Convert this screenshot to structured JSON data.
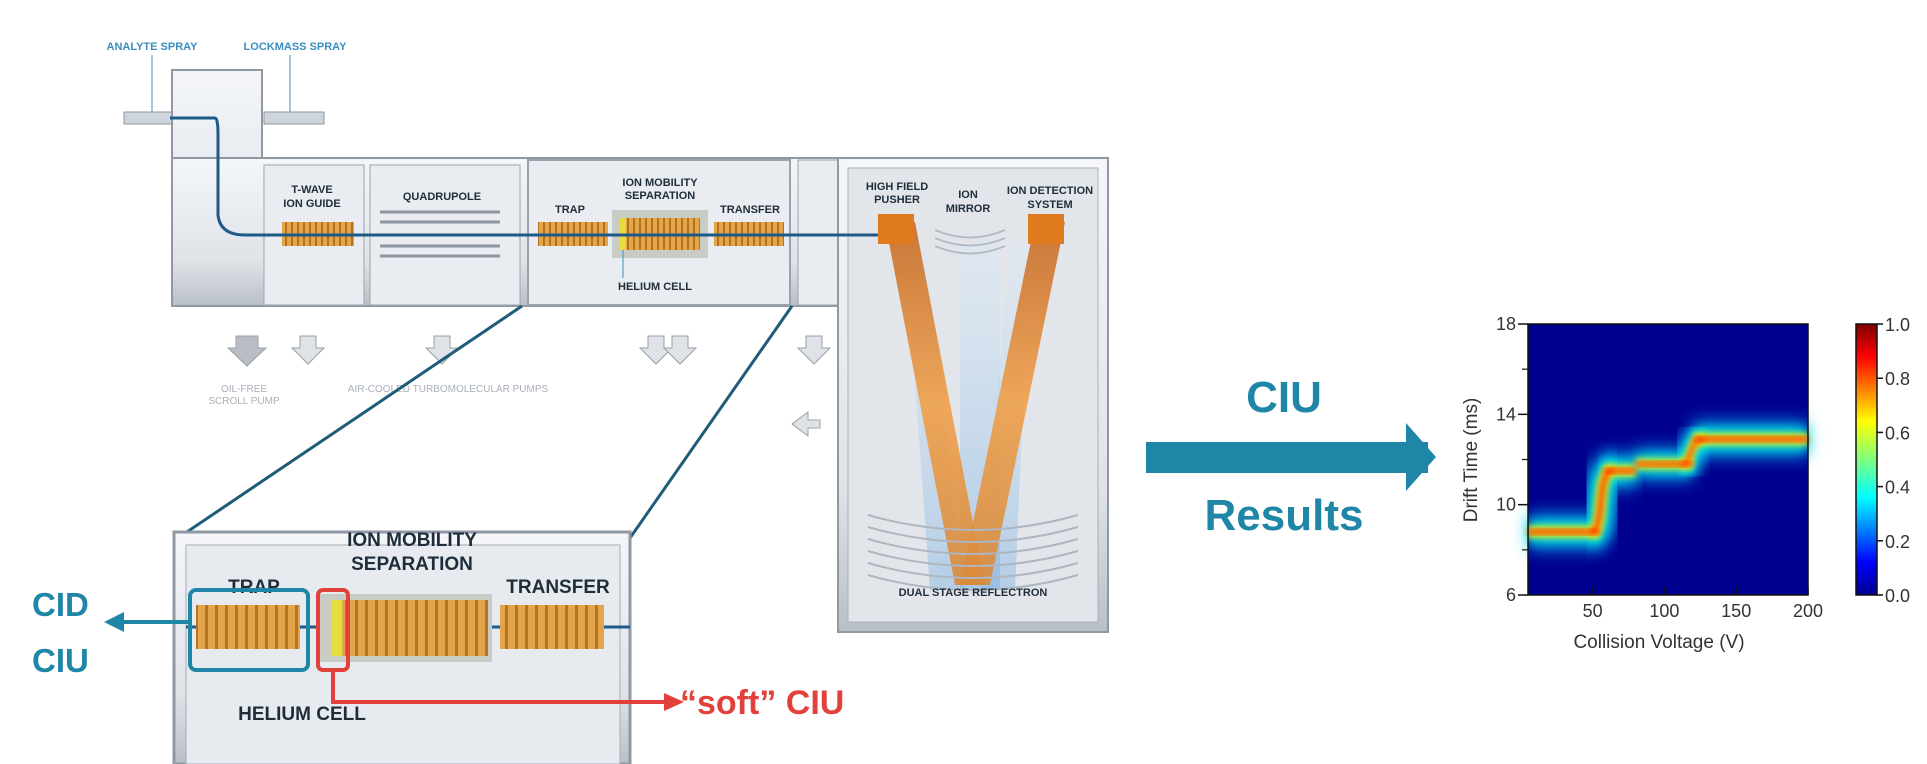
{
  "instrument": {
    "analyte_spray": "ANALYTE SPRAY",
    "lockmass_spray": "LOCKMASS SPRAY",
    "twave_1": "T-WAVE",
    "twave_2": "ION GUIDE",
    "quadrupole": "QUADRUPOLE",
    "trap": "TRAP",
    "ims_1": "ION MOBILITY",
    "ims_2": "SEPARATION",
    "transfer": "TRANSFER",
    "helium_cell": "HELIUM CELL",
    "hfp_1": "HIGH FIELD",
    "hfp_2": "PUSHER",
    "mirror_1": "ION",
    "mirror_2": "MIRROR",
    "det_1": "ION DETECTION",
    "det_2": "SYSTEM",
    "reflectron": "DUAL STAGE REFLECTRON",
    "scroll_1": "OIL-FREE",
    "scroll_2": "SCROLL PUMP",
    "turbo": "AIR-COOLED TURBOMOLECULAR PUMPS",
    "pumps": [
      "1",
      "2",
      "3",
      "4",
      "5",
      "6"
    ]
  },
  "zoom": {
    "ims_1": "ION MOBILITY",
    "ims_2": "SEPARATION",
    "trap": "TRAP",
    "transfer": "TRANSFER",
    "helium_cell": "HELIUM CELL"
  },
  "annotations": {
    "cid": "CID",
    "ciu": "CIU",
    "soft_ciu": "“soft” CIU",
    "arrow_top": "CIU",
    "arrow_bottom": "Results"
  },
  "colors": {
    "teal": "#1f86a8",
    "red": "#e2403a",
    "heatmap_bg": "#00008f"
  },
  "chart_data": {
    "type": "heatmap",
    "xlabel": "Collision Voltage (V)",
    "ylabel": "Drift Time (ms)",
    "xlim": [
      5,
      200
    ],
    "ylim": [
      6,
      18
    ],
    "xticks": [
      50,
      100,
      150,
      200
    ],
    "yticks": [
      6,
      10,
      14,
      18
    ],
    "colorbar": {
      "min": 0.0,
      "max": 1.0,
      "ticks": [
        "1.0",
        "0.8",
        "0.6",
        "0.4",
        "0.2",
        "0.0"
      ]
    },
    "features": [
      {
        "x_range": [
          5,
          55
        ],
        "drift_time": 8.8,
        "intensity": 1.0
      },
      {
        "x_range": [
          58,
          80
        ],
        "drift_time": 11.5,
        "intensity": 1.0
      },
      {
        "x_range": [
          80,
          120
        ],
        "drift_time": 11.8,
        "intensity": 0.9
      },
      {
        "x_range": [
          120,
          200
        ],
        "drift_time": 12.9,
        "intensity": 1.0
      }
    ]
  }
}
